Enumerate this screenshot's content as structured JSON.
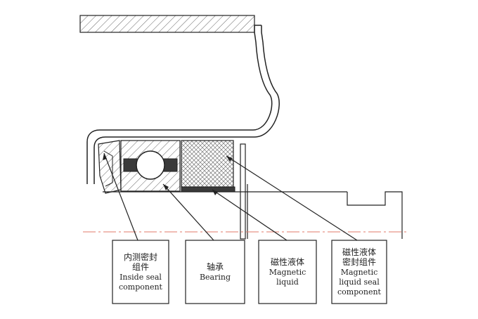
{
  "diagram": {
    "description_labels": [
      {
        "id": "inside-seal",
        "lines": [
          "内测密封",
          "组件",
          "Inside seal",
          "component"
        ]
      },
      {
        "id": "bearing",
        "lines": [
          "轴承",
          "Bearing"
        ]
      },
      {
        "id": "magnetic-liquid",
        "lines": [
          "磁性液体",
          "Magnetic",
          "liquid"
        ]
      },
      {
        "id": "magnetic-liquid-seal",
        "lines": [
          "磁性液体",
          "密封组件",
          "Magnetic",
          "liquid seal",
          "component"
        ]
      }
    ],
    "colors": {
      "line": "#222222",
      "centerline": "#e07a6a",
      "fill_dark": "#3a3a3a",
      "hatch": "#555555"
    }
  }
}
